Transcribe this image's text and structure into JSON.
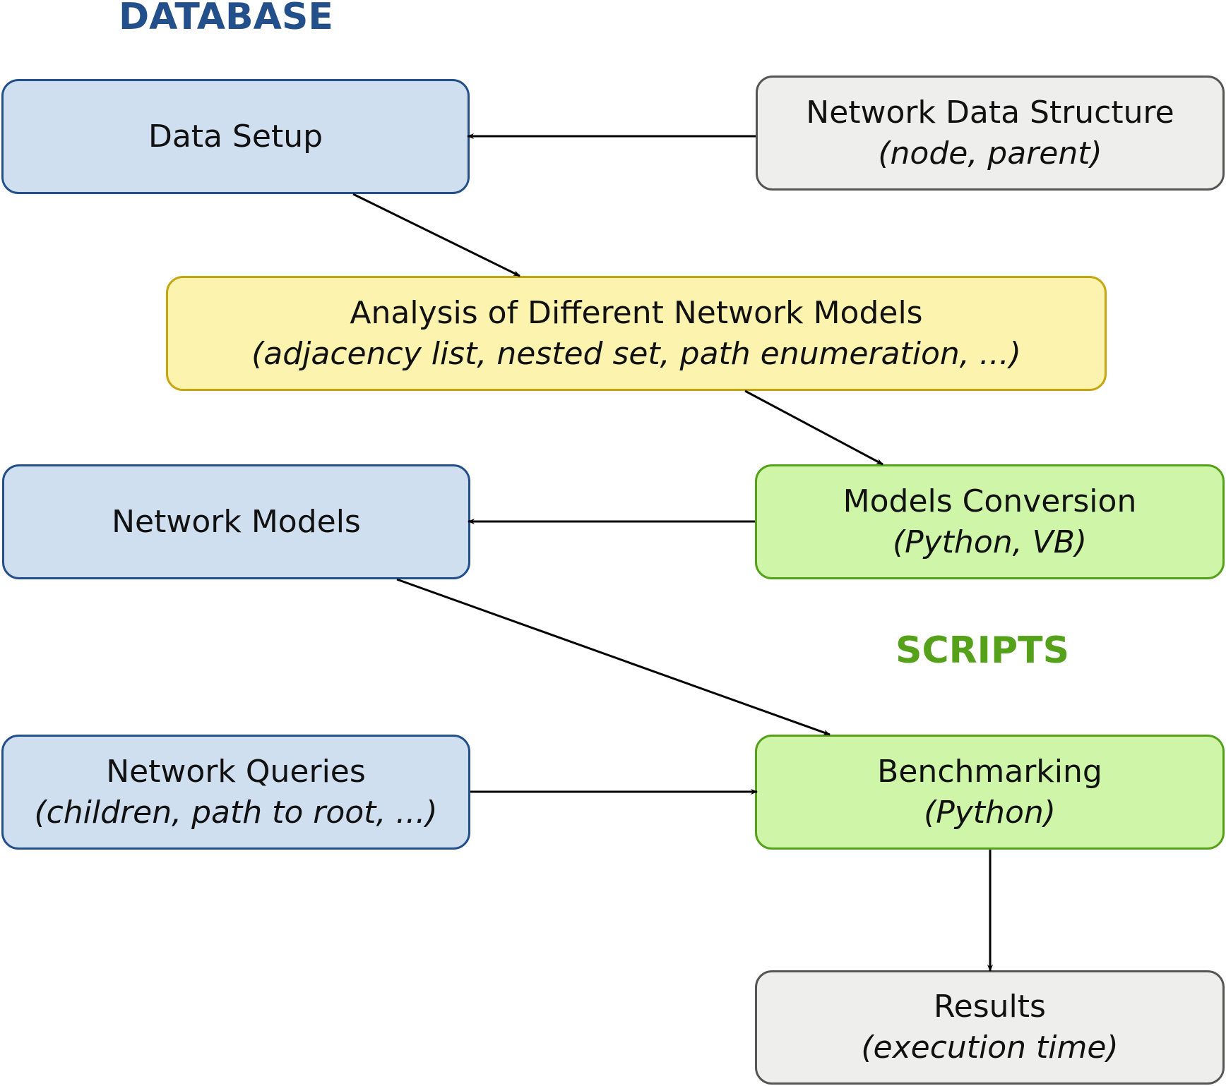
{
  "sections": {
    "database": "DATABASE",
    "scripts": "SCRIPTS"
  },
  "colors": {
    "database_label": "#234f8a",
    "scripts_label": "#55a11a",
    "blue_fill": "#cfdfef",
    "gray_fill": "#eeeeec",
    "yellow_fill": "#fcf3ae",
    "green_fill": "#cff5a9"
  },
  "nodes": {
    "data_setup": {
      "title": "Data Setup"
    },
    "network_structure": {
      "title": "Network Data Structure",
      "subtitle": "(node, parent)"
    },
    "analysis": {
      "title": "Analysis of Different Network Models",
      "subtitle": "(adjacency list, nested set, path enumeration, ...)"
    },
    "network_models": {
      "title": "Network Models"
    },
    "models_conversion": {
      "title": "Models Conversion",
      "subtitle": "(Python, VB)"
    },
    "network_queries": {
      "title": "Network Queries",
      "subtitle": "(children, path to root, ...)"
    },
    "benchmarking": {
      "title": "Benchmarking",
      "subtitle": "(Python)"
    },
    "results": {
      "title": "Results",
      "subtitle": "(execution time)"
    }
  },
  "edges": [
    {
      "from": "network_structure",
      "to": "data_setup"
    },
    {
      "from": "data_setup",
      "to": "analysis"
    },
    {
      "from": "analysis",
      "to": "models_conversion"
    },
    {
      "from": "models_conversion",
      "to": "network_models"
    },
    {
      "from": "network_models",
      "to": "benchmarking"
    },
    {
      "from": "network_queries",
      "to": "benchmarking"
    },
    {
      "from": "benchmarking",
      "to": "results"
    }
  ]
}
